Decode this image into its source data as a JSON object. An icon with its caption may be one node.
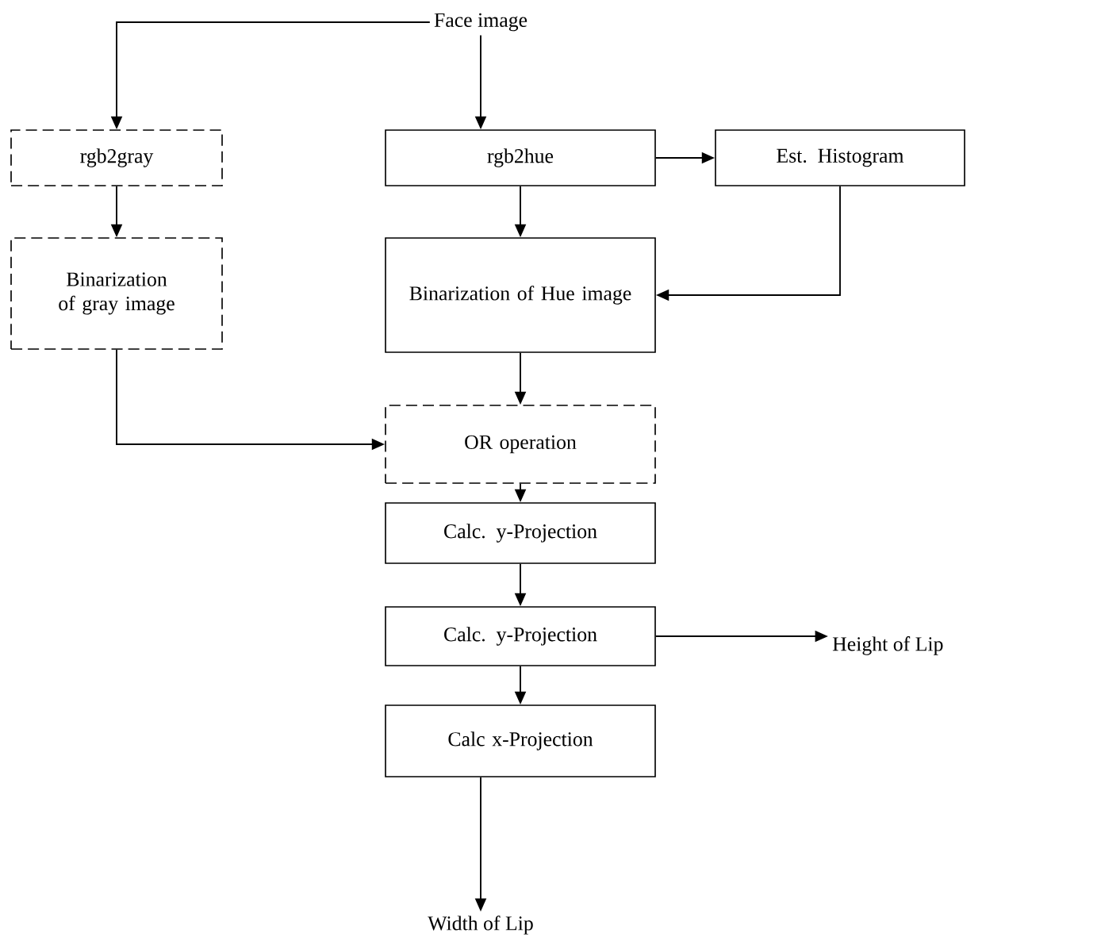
{
  "diagram": {
    "nodes": [
      {
        "text": [
          "Face image"
        ]
      },
      {
        "text": [
          "rgb2gray"
        ]
      },
      {
        "text": [
          "rgb2hue"
        ]
      },
      {
        "text": [
          "Est. Histogram"
        ]
      },
      {
        "text": [
          "Binarization of gray image"
        ]
      },
      {
        "text": [
          "Binarization of Hue image"
        ]
      },
      {
        "text": [
          "OR operation"
        ]
      },
      {
        "text": [
          "Calc. y-Projection"
        ]
      },
      {
        "text": [
          "Calc. y-Projection"
        ]
      },
      {
        "text": [
          "Calc x-Projection"
        ]
      },
      {
        "text": [
          "Height of Lip"
        ]
      },
      {
        "text": [
          "Width of Lip"
        ]
      }
    ],
    "edges": [
      {
        "from": 0,
        "to": 1,
        "arrow": "to"
      },
      {
        "from": 0,
        "to": 2,
        "arrow": "to"
      },
      {
        "from": 2,
        "to": 3,
        "arrow": "to"
      },
      {
        "from": 3,
        "to": 5,
        "arrow": "to"
      },
      {
        "from": 1,
        "to": 4,
        "arrow": "to"
      },
      {
        "from": 2,
        "to": 5,
        "arrow": "to"
      },
      {
        "from": 4,
        "to": 6,
        "arrow": "to"
      },
      {
        "from": 5,
        "to": 6,
        "arrow": "to"
      },
      {
        "from": 6,
        "to": 7,
        "arrow": "to"
      },
      {
        "from": 7,
        "to": 8,
        "arrow": "to"
      },
      {
        "from": 8,
        "to": 10,
        "arrow": "to"
      },
      {
        "from": 8,
        "to": 9,
        "arrow": "to"
      },
      {
        "from": 9,
        "to": 11,
        "arrow": "to"
      }
    ]
  }
}
